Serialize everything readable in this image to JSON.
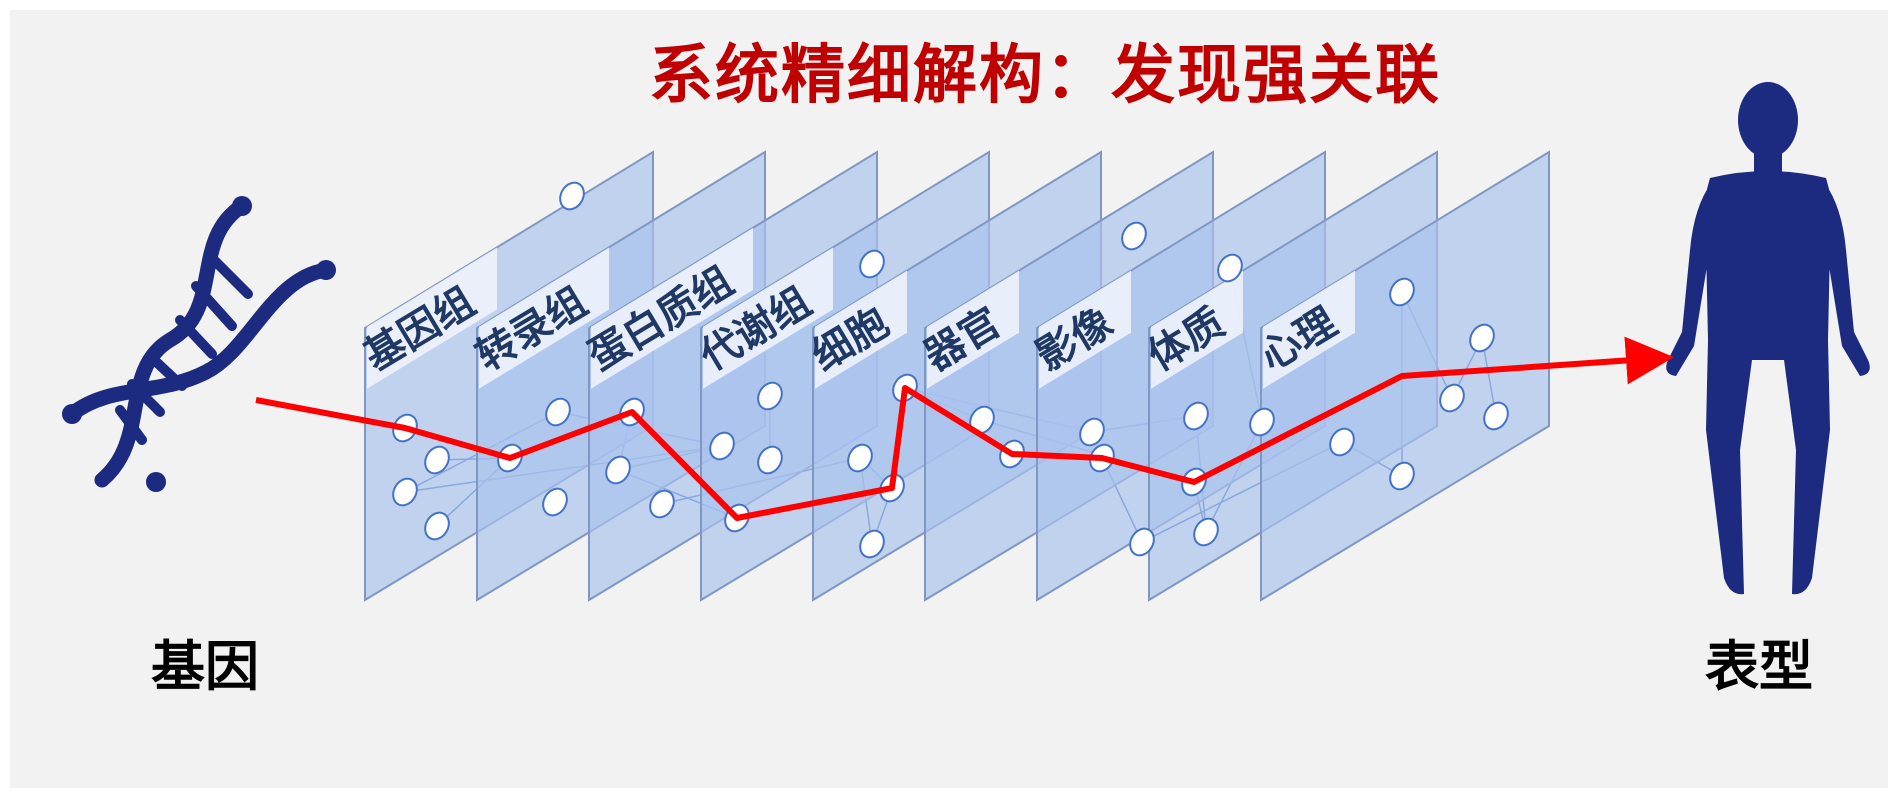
{
  "title": "系统精细解构：发现强关联",
  "left_label": "基因",
  "right_label": "表型",
  "layers": [
    "基因组",
    "转录组",
    "蛋白质组",
    "代谢组",
    "细胞",
    "器官",
    "影像",
    "体质",
    "心理"
  ],
  "icons": {
    "left": "dna-double-helix-icon",
    "right": "human-silhouette-icon"
  },
  "colors": {
    "title": "#c00000",
    "plane_fill": "#a9c2ee",
    "plane_stroke": "#7f97c2",
    "label_bg": "#eef2fb",
    "label_text": "#1f3864",
    "network_line": "#4472c4",
    "path_line": "#ff0000",
    "icon_fill": "#1c2a80"
  }
}
